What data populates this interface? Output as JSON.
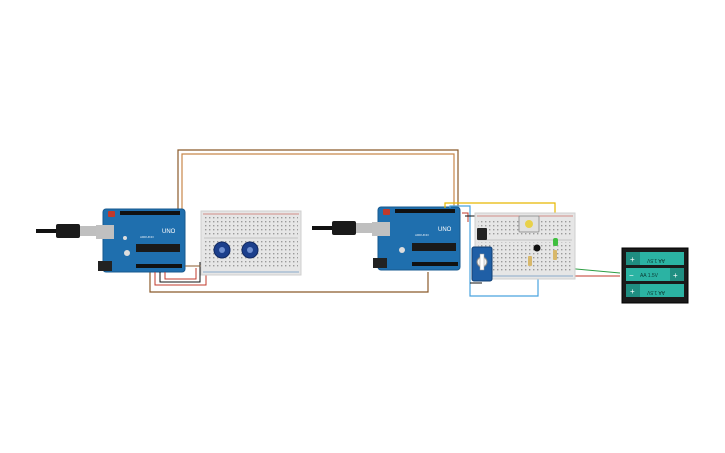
{
  "canvas": {
    "background": "#ffffff"
  },
  "boards": [
    {
      "name": "arduino-uno-left",
      "brand_label": "UNO",
      "maker_label": "ARDUINO"
    },
    {
      "name": "arduino-uno-right",
      "brand_label": "UNO",
      "maker_label": "ARDUINO"
    }
  ],
  "battery_pack": {
    "cells": [
      {
        "label": "AA 1.5V",
        "flipped": true
      },
      {
        "label": "AA 1.5V",
        "flipped": false
      },
      {
        "label": "AA 1.5V",
        "flipped": true
      }
    ],
    "plus": "+",
    "minus": "−"
  },
  "colors": {
    "arduino_blue": "#1f6fae",
    "arduino_dark": "#17598f",
    "breadboard": "#e6e6e6",
    "wire_brown": "#8b5a2b",
    "wire_red": "#c0392b",
    "wire_yellow": "#e6b800",
    "wire_blue": "#4aa3df",
    "wire_green": "#2e9e44",
    "battery_teal": "#2bb3a3"
  }
}
